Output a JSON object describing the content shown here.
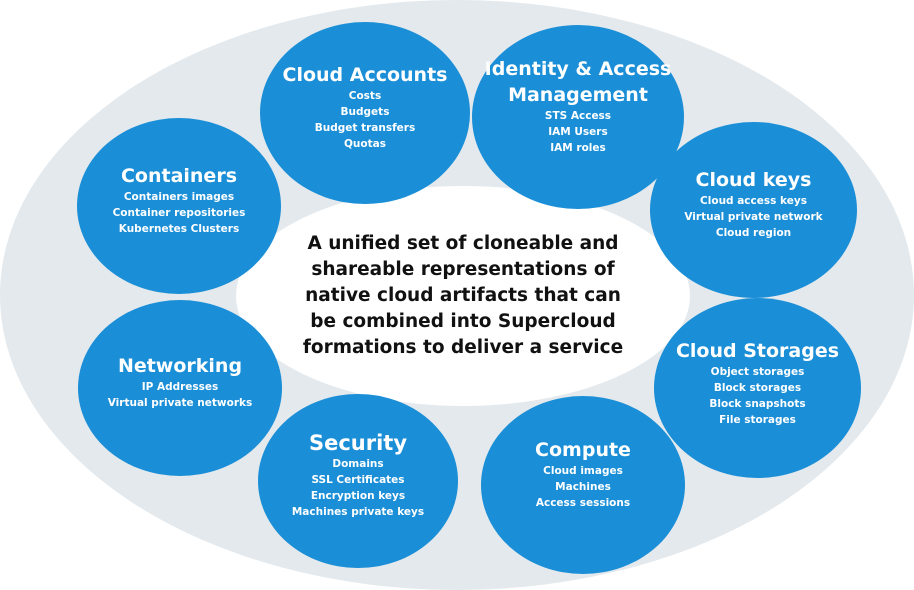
{
  "colors": {
    "bubble": "#1a8ed6",
    "outer_ring": "#e3e9ed",
    "center": "#ffffff"
  },
  "center_text": [
    "A unified set of cloneable and",
    "shareable representations of",
    "native cloud artifacts that can",
    "be combined into Supercloud",
    "formations to deliver a service"
  ],
  "bubbles": [
    {
      "title": [
        "Cloud Accounts"
      ],
      "items": [
        "Costs",
        "Budgets",
        "Budget transfers",
        "Quotas"
      ]
    },
    {
      "title": [
        "Identity & Access",
        "Management"
      ],
      "items": [
        "STS Access",
        "IAM Users",
        "IAM roles"
      ]
    },
    {
      "title": [
        "Containers"
      ],
      "items": [
        "Containers images",
        "Container repositories",
        "Kubernetes Clusters"
      ]
    },
    {
      "title": [
        "Cloud keys"
      ],
      "items": [
        "Cloud access keys",
        "Virtual private network",
        "Cloud region"
      ]
    },
    {
      "title": [
        "Networking"
      ],
      "items": [
        "IP Addresses",
        "Virtual private networks"
      ]
    },
    {
      "title": [
        "Cloud Storages"
      ],
      "items": [
        "Object storages",
        "Block storages",
        "Block snapshots",
        "File storages"
      ]
    },
    {
      "title": [
        "Security"
      ],
      "items": [
        "Domains",
        "SSL Certificates",
        "Encryption keys",
        "Machines private keys"
      ]
    },
    {
      "title": [
        "Compute"
      ],
      "items": [
        "Cloud images",
        "Machines",
        "Access sessions"
      ]
    }
  ]
}
